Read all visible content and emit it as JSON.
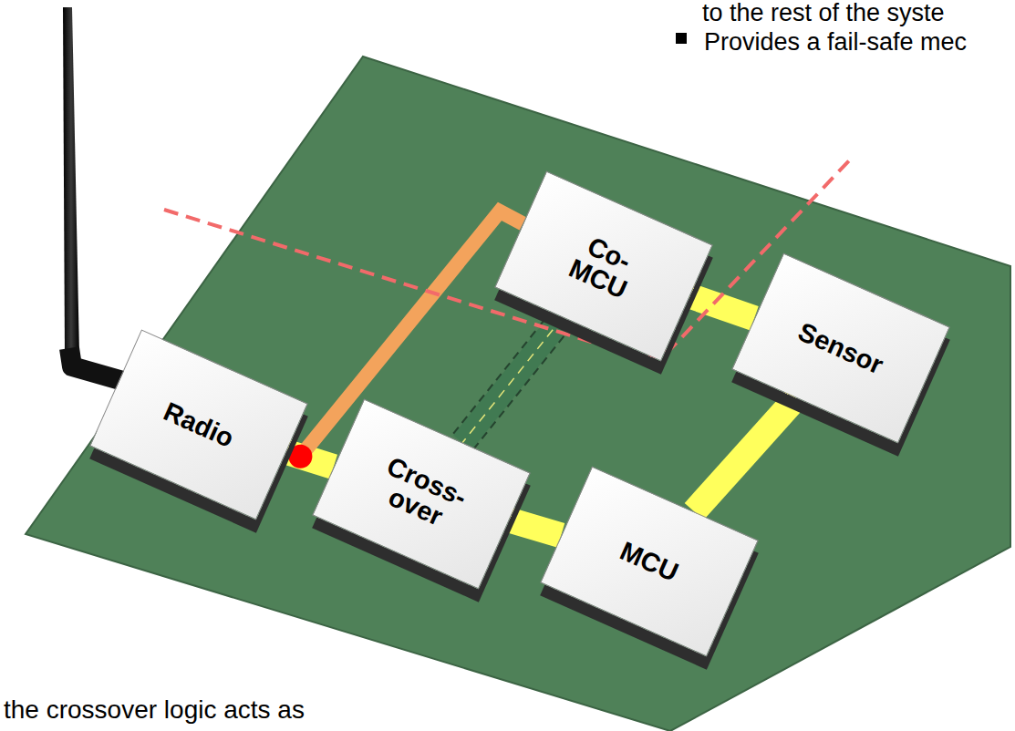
{
  "diagram": {
    "nodes": [
      {
        "text": [
          "Co- MCU"
        ]
      },
      {
        "text": [
          "Sensor"
        ]
      },
      {
        "text": [
          "Radio"
        ]
      },
      {
        "text": [
          "Cross- over"
        ]
      },
      {
        "text": [
          "MCU"
        ]
      }
    ],
    "edges": [
      {
        "from": 2,
        "to": 3,
        "arrow": "none"
      },
      {
        "from": 3,
        "to": 4,
        "arrow": "none"
      },
      {
        "from": 4,
        "to": 1,
        "arrow": "none"
      },
      {
        "from": 1,
        "to": 0,
        "arrow": "none"
      },
      {
        "from": 0,
        "to": 3,
        "arrow": "none"
      },
      {
        "from": 2,
        "to": 0,
        "arrow": "none"
      }
    ],
    "labels": [
      "to the rest of the syste",
      "Provides a fail-safe mec",
      "the crossover logic acts as"
    ]
  }
}
